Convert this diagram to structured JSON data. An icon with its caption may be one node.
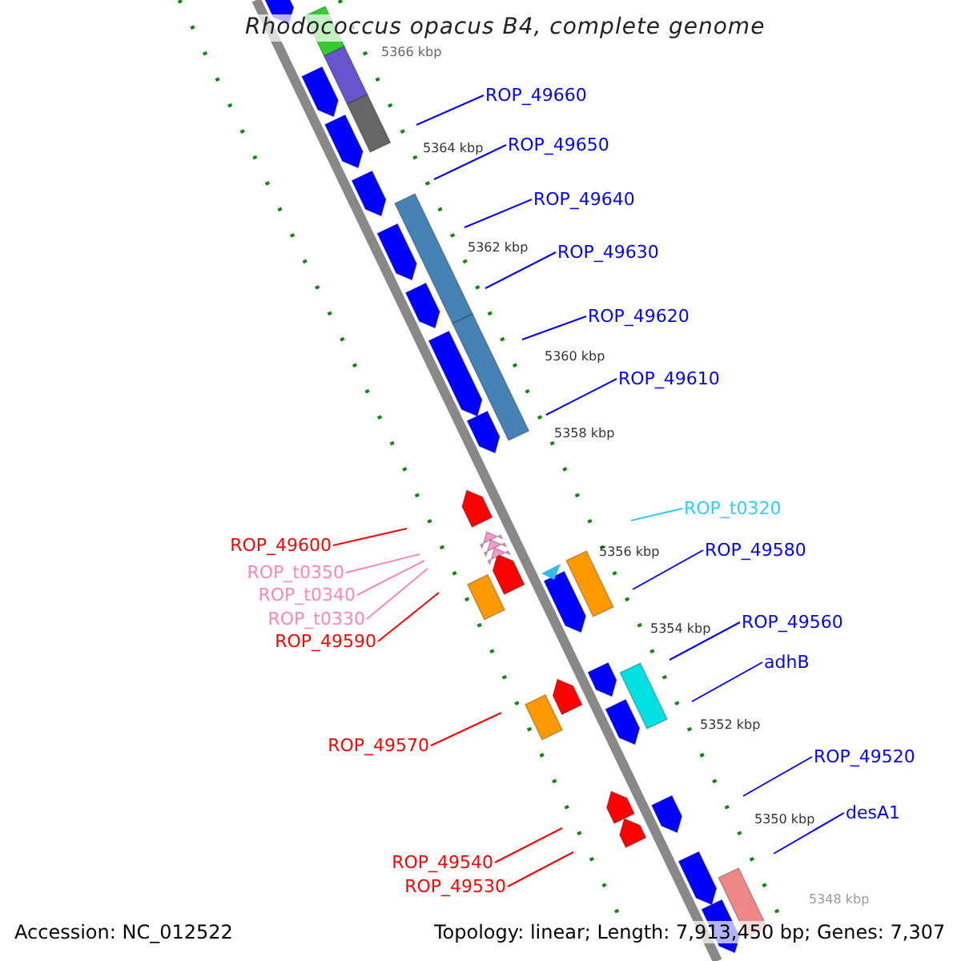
{
  "diagram": {
    "title": "Rhodococcus opacus B4, complete genome",
    "nodes": [
      {
        "text": [
          "ROP_49660"
        ]
      },
      {
        "text": [
          "ROP_49650"
        ]
      },
      {
        "text": [
          "ROP_49640"
        ]
      },
      {
        "text": [
          "ROP_49630"
        ]
      },
      {
        "text": [
          "ROP_49620"
        ]
      },
      {
        "text": [
          "ROP_49610"
        ]
      },
      {
        "text": [
          "ROP_t0320"
        ]
      },
      {
        "text": [
          "ROP_49600"
        ]
      },
      {
        "text": [
          "ROP_49580"
        ]
      },
      {
        "text": [
          "ROP_t0350"
        ]
      },
      {
        "text": [
          "ROP_t0340"
        ]
      },
      {
        "text": [
          "ROP_t0330"
        ]
      },
      {
        "text": [
          "ROP_49590"
        ]
      },
      {
        "text": [
          "ROP_49560"
        ]
      },
      {
        "text": [
          "adhB"
        ]
      },
      {
        "text": [
          "ROP_49570"
        ]
      },
      {
        "text": [
          "ROP_49520"
        ]
      },
      {
        "text": [
          "desA1"
        ]
      },
      {
        "text": [
          "ROP_49540"
        ]
      },
      {
        "text": [
          "ROP_49530"
        ]
      }
    ],
    "edges": [
      {
        "from": 0,
        "to": null,
        "arrow": "none"
      },
      {
        "from": 1,
        "to": null,
        "arrow": "none"
      },
      {
        "from": 2,
        "to": null,
        "arrow": "none"
      },
      {
        "from": 3,
        "to": null,
        "arrow": "none"
      },
      {
        "from": 4,
        "to": null,
        "arrow": "none"
      },
      {
        "from": 5,
        "to": null,
        "arrow": "none"
      },
      {
        "from": 6,
        "to": null,
        "arrow": "none",
        "color": "#33ccff"
      },
      {
        "from": 7,
        "to": null,
        "arrow": "none",
        "color": "#ff0000"
      },
      {
        "from": 8,
        "to": null,
        "arrow": "none"
      },
      {
        "from": 9,
        "to": null,
        "arrow": "none",
        "color": "#ff88bb"
      },
      {
        "from": 10,
        "to": null,
        "arrow": "none",
        "color": "#ff88bb"
      },
      {
        "from": 11,
        "to": null,
        "arrow": "none",
        "color": "#ff88bb"
      },
      {
        "from": 12,
        "to": null,
        "arrow": "none",
        "color": "#ff0000"
      },
      {
        "from": 13,
        "to": null,
        "arrow": "none"
      },
      {
        "from": 14,
        "to": null,
        "arrow": "none"
      },
      {
        "from": 15,
        "to": null,
        "arrow": "none",
        "color": "#ff0000"
      },
      {
        "from": 16,
        "to": null,
        "arrow": "none"
      },
      {
        "from": 17,
        "to": null,
        "arrow": "none"
      },
      {
        "from": 18,
        "to": null,
        "arrow": "none",
        "color": "#ff0000"
      },
      {
        "from": 19,
        "to": null,
        "arrow": "none",
        "color": "#ff0000"
      }
    ],
    "labels": [
      "5366 kbp",
      "5364 kbp",
      "5362 kbp",
      "5360 kbp",
      "5358 kbp",
      "5356 kbp",
      "5354 kbp",
      "5352 kbp",
      "5350 kbp",
      "5348 kbp",
      "Accession: NC_012522",
      "Topology: linear; Length: 7,913,450 bp; Genes: 7,307"
    ]
  }
}
